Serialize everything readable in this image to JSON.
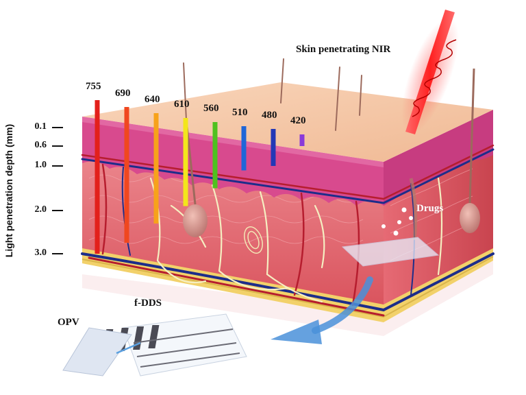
{
  "figure": {
    "laser_label": "Skin penetrating NIR",
    "drug_label": "Drugs",
    "device_label": "f-DDS",
    "power_label": "OPV",
    "depth_axis_label": "Light penetration depth (mm)",
    "depth_ticks": [
      "0.1",
      "0.6",
      "1.0",
      "2.0",
      "3.0"
    ],
    "wavelengths": [
      {
        "label": "755",
        "depth_mm": 3.0,
        "color": "#e3201b"
      },
      {
        "label": "690",
        "depth_mm": 2.75,
        "color": "#f0471f"
      },
      {
        "label": "640",
        "depth_mm": 2.3,
        "color": "#f7a21a"
      },
      {
        "label": "610",
        "depth_mm": 1.9,
        "color": "#f3e61c"
      },
      {
        "label": "560",
        "depth_mm": 1.5,
        "color": "#4fc11f"
      },
      {
        "label": "510",
        "depth_mm": 1.1,
        "color": "#1f66d8"
      },
      {
        "label": "480",
        "depth_mm": 1.0,
        "color": "#2338b6"
      },
      {
        "label": "420",
        "depth_mm": 0.6,
        "color": "#8a3ad9"
      }
    ],
    "colors": {
      "epidermis_top": "#f6c6a3",
      "epidermis_side": "#d84a8e",
      "dermis": "#e8707a",
      "fat": "#f2d16a",
      "vessel_red": "#b61d2e",
      "vessel_blue": "#1d2d8a",
      "nerve": "#f5efc2",
      "laser": "#ff3a3a",
      "arrow": "#4a90d9"
    }
  }
}
